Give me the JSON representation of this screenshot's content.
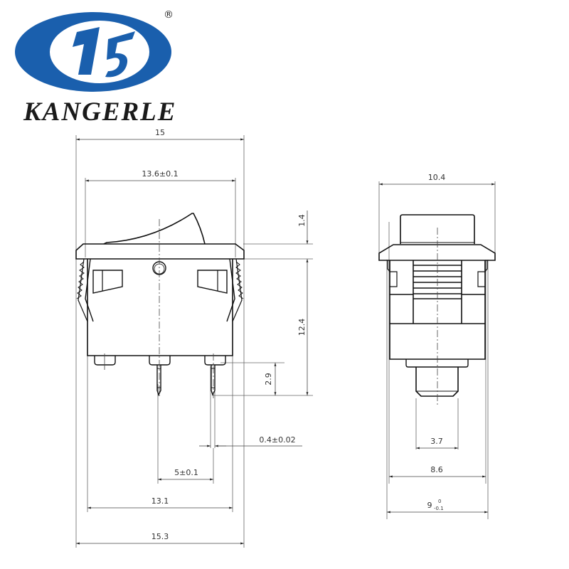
{
  "logo": {
    "brand_name": "KANGERLE",
    "registered_mark": "®",
    "brand_color": "#1a5fad",
    "text_color": "#1a1a1a"
  },
  "front_view": {
    "dimensions": {
      "overall_width": "15",
      "panel_cutout_width": "13.6±0.1",
      "rocker_height": "1.4",
      "body_height": "12.4",
      "terminal_length": "2.9",
      "terminal_thickness": "0.4±0.02",
      "terminal_pitch": "5±0.1",
      "body_width": "13.1",
      "clip_span": "15.3"
    }
  },
  "side_view": {
    "dimensions": {
      "bezel_width": "10.4",
      "stem_width": "3.7",
      "body_width": "8.6",
      "panel_width": "9",
      "panel_width_tol_upper": "0",
      "panel_width_tol_lower": "-0.1"
    }
  },
  "colors": {
    "line": "#111111",
    "dim_line": "#555555",
    "background": "#ffffff"
  }
}
